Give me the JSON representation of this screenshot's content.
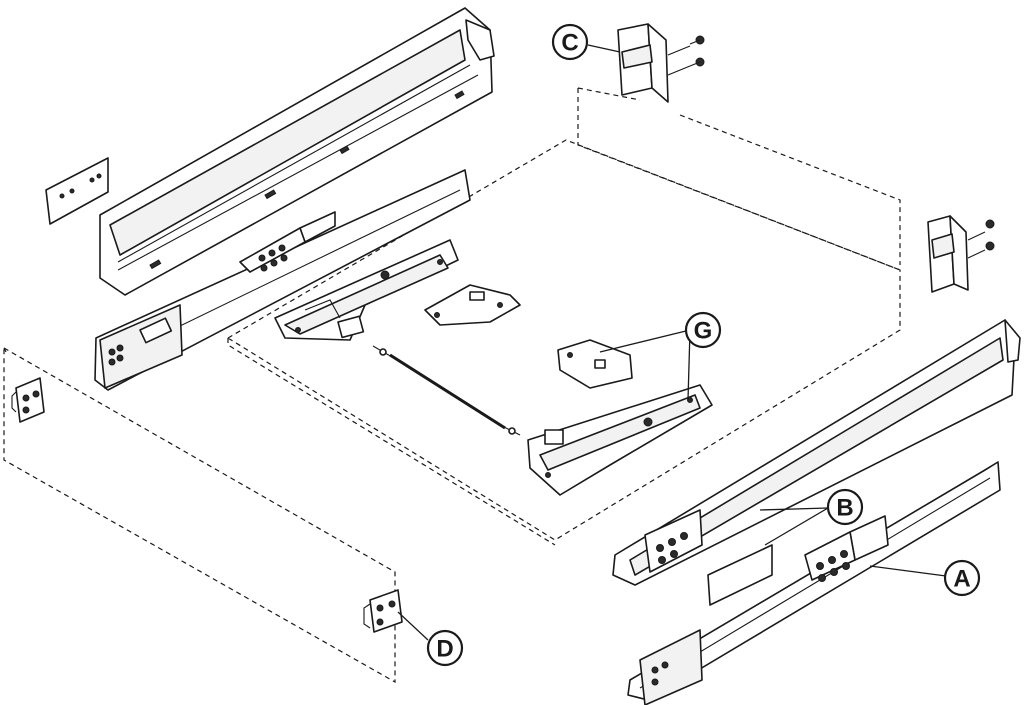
{
  "callouts": {
    "a": "A",
    "b": "B",
    "c": "C",
    "d": "D",
    "g": "G"
  },
  "colors": {
    "line": "#1a1a1a",
    "background": "#ffffff"
  }
}
